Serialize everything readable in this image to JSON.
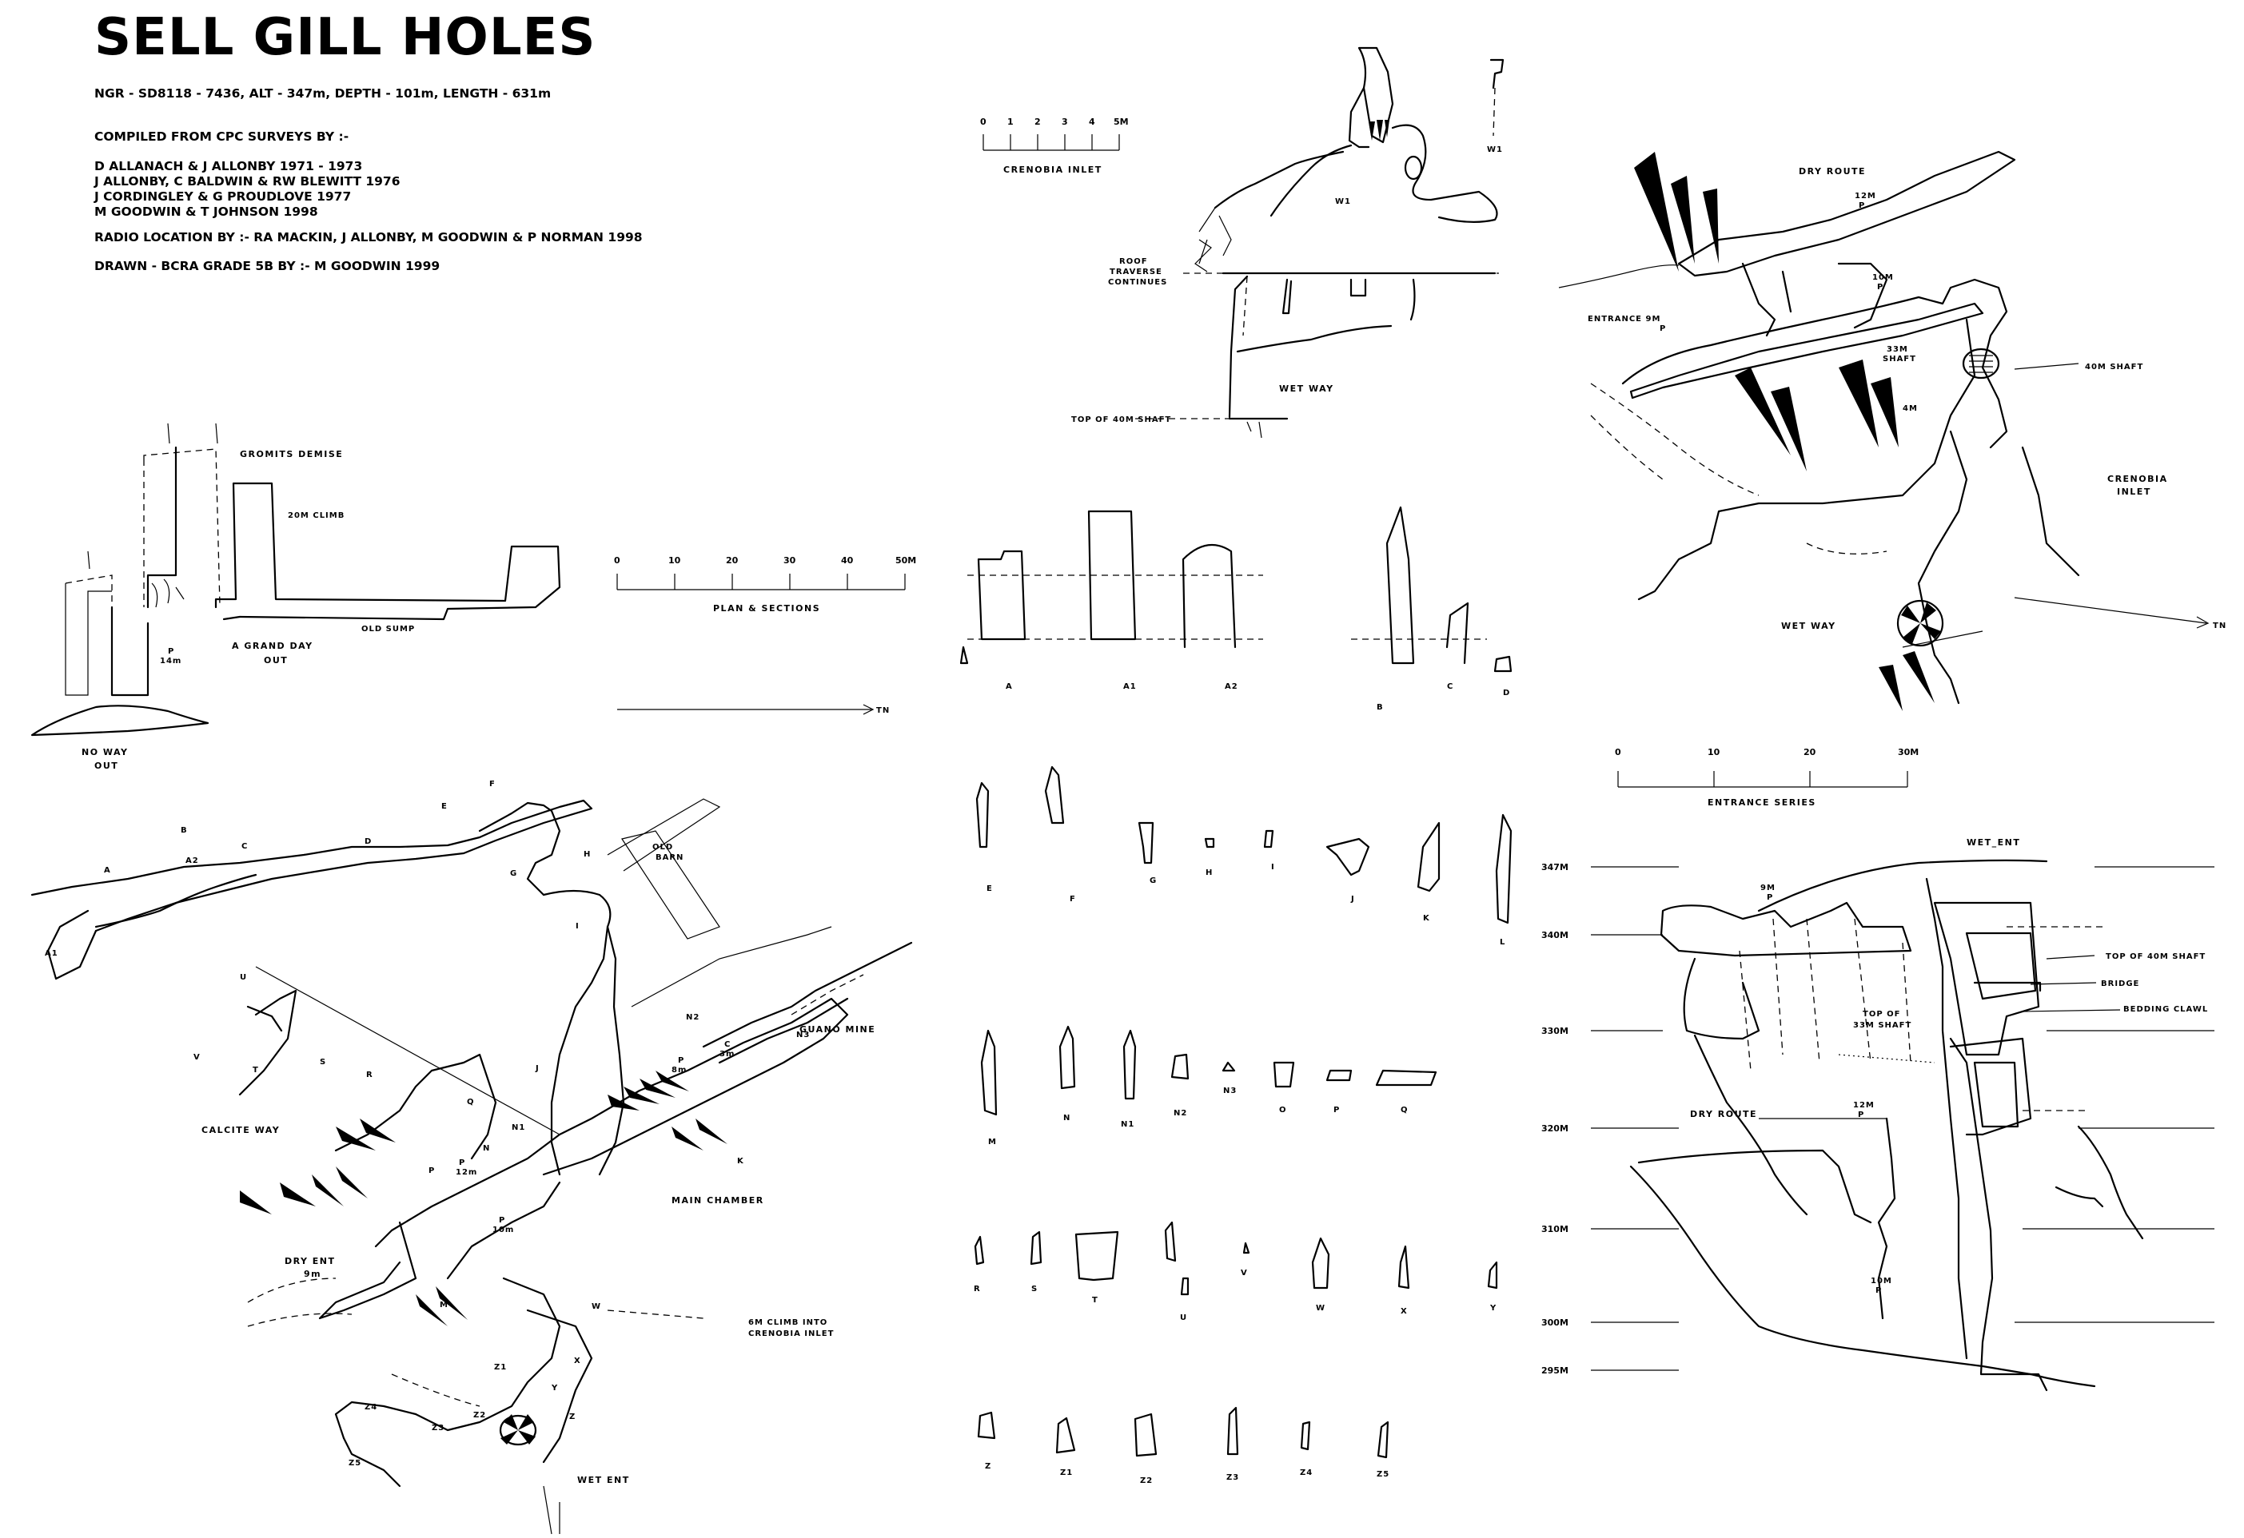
{
  "title": "SELL GILL HOLES",
  "header_lines": {
    "ngr": "NGR  -  SD8118 - 7436,  ALT - 347m,  DEPTH - 101m,  LENGTH - 631m",
    "compiled": "COMPILED  FROM  CPC  SURVEYS  BY :-",
    "surveyors": [
      "D ALLANACH  &  J ALLONBY 1971 - 1973",
      "J ALLONBY, C BALDWIN  &  RW BLEWITT 1976",
      "J CORDINGLEY  &  G PROUDLOVE  1977",
      "M GOODWIN  &  T JOHNSON  1998"
    ],
    "radio": "RADIO LOCATION BY :-  RA MACKIN,  J ALLONBY,  M GOODWIN  &  P NORMAN 1998",
    "drawn": "DRAWN - BCRA  GRADE 5B BY :- M GOODWIN 1999"
  },
  "scales": {
    "crenobia": {
      "ticks": [
        "0",
        "1",
        "2",
        "3",
        "4",
        "5M"
      ],
      "label": "CRENOBIA  INLET"
    },
    "plan_sections": {
      "ticks": [
        "0",
        "10",
        "20",
        "30",
        "40",
        "50M"
      ],
      "label": "PLAN & SECTIONS"
    },
    "entrance": {
      "ticks": [
        "0",
        "10",
        "20",
        "30M"
      ],
      "label": "ENTRANCE SERIES"
    },
    "north_label": "TN"
  },
  "crenobia_inlet": {
    "labels": {
      "w1": "W1",
      "w1b": "W1",
      "roof1": "ROOF",
      "roof2": "TRAVERSE",
      "roof3": "CONTINUES",
      "wet_way": "WET  WAY",
      "top_shaft": "TOP OF 40M  SHAFT"
    }
  },
  "upper_left": {
    "labels": {
      "gromits": "GROMITS  DEMISE",
      "climb": "20M  CLIMB",
      "p14": "P",
      "p14b": "14m",
      "grand1": "A  GRAND  DAY",
      "grand2": "OUT",
      "old_sump": "OLD  SUMP",
      "noway1": "NO  WAY",
      "noway2": "OUT"
    }
  },
  "entrance_plan": {
    "labels": {
      "dry_route": "DRY  ROUTE",
      "p12": "12M",
      "p12b": "P",
      "p10": "10M",
      "p10b": "P",
      "entrance1": "ENTRANCE  9M",
      "entrance2": "P",
      "s33a": "33M",
      "s33b": "SHAFT",
      "s40": "40M  SHAFT",
      "c4": "4M",
      "cren1": "CRENOBIA",
      "cren2": "INLET",
      "wet_way": "WET  WAY",
      "tn": "TN"
    }
  },
  "main_plan": {
    "labels": {
      "guano": "GUANO MINE",
      "old_barn1": "OLD",
      "old_barn2": "BARN",
      "calcite": "CALCITE  WAY",
      "main_chamber": "MAIN  CHAMBER",
      "dry_ent1": "DRY  ENT",
      "dry_ent2": "9m",
      "p12": "P",
      "p12b": "12m",
      "p10": "P",
      "p10b": "10m",
      "p8": "P",
      "p8b": "8m",
      "c3": "C",
      "c3b": "3m",
      "climb1": "6M  CLIMB  INTO",
      "climb2": "CRENOBIA  INLET",
      "wet_ent": "WET  ENT"
    },
    "stations": [
      "A",
      "A1",
      "A2",
      "B",
      "C",
      "D",
      "E",
      "F",
      "G",
      "H",
      "I",
      "J",
      "K",
      "M",
      "N",
      "N1",
      "N2",
      "N3",
      "P",
      "Q",
      "R",
      "S",
      "T",
      "U",
      "V",
      "W",
      "X",
      "Y",
      "Z",
      "Z1",
      "Z2",
      "Z3",
      "Z4",
      "Z5"
    ]
  },
  "cross_sections": {
    "row1": [
      "A",
      "A1",
      "A2",
      "B",
      "C",
      "D"
    ],
    "row2": [
      "E",
      "F",
      "G",
      "H",
      "I",
      "J",
      "K",
      "L"
    ],
    "row3": [
      "M",
      "N",
      "N1",
      "N2",
      "N3",
      "O",
      "P",
      "Q"
    ],
    "row4": [
      "R",
      "S",
      "T",
      "U",
      "V",
      "W",
      "X",
      "Y"
    ],
    "row5": [
      "Z",
      "Z1",
      "Z2",
      "Z3",
      "Z4",
      "Z5"
    ]
  },
  "elevation": {
    "levels": [
      "347M",
      "340M",
      "330M",
      "320M",
      "310M",
      "300M",
      "295M"
    ],
    "labels": {
      "wet_ent": "WET_ENT",
      "p9": "9M",
      "p9b": "P",
      "top40": "TOP OF 40M  SHAFT",
      "bridge": "BRIDGE",
      "bedding": "BEDDING  CLAWL",
      "top33a": "TOP  OF",
      "top33b": "33M  SHAFT",
      "dry_route": "DRY  ROUTE",
      "p12": "12M",
      "p12b": "P",
      "p10": "10M",
      "p10b": "P"
    }
  }
}
